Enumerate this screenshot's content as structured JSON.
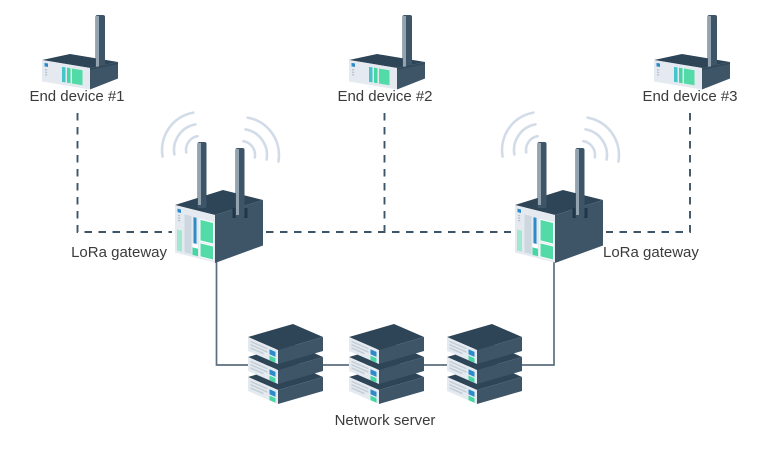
{
  "diagram": {
    "end_devices": [
      {
        "label": "End device #1"
      },
      {
        "label": "End device #2"
      },
      {
        "label": "End device #3"
      }
    ],
    "gateways": [
      {
        "label": "LoRa gateway"
      },
      {
        "label": "LoRa gateway"
      }
    ],
    "server": {
      "label": "Network server"
    },
    "icons": [
      "end-device-icon",
      "lora-gateway-icon",
      "server-stack-icon",
      "antenna-icon",
      "radio-waves-icon"
    ],
    "colors": {
      "box_top": "#2e4457",
      "box_side": "#3e5568",
      "box_face": "#e4eaf0",
      "accent_mint": "#52dba7",
      "accent_teal": "#45c4c9",
      "accent_blue": "#2e8bc9",
      "radio_wave": "#d2dce8",
      "dashed_link": "#3d5568",
      "solid_link": "#5d6f7e",
      "text": "#3b3b3b",
      "background": "#ffffff"
    }
  }
}
